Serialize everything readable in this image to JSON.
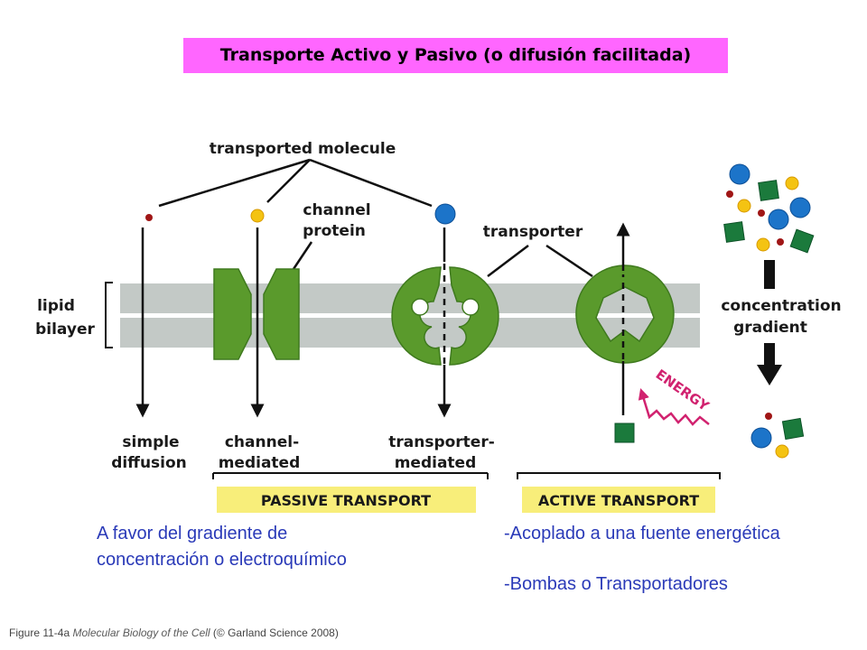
{
  "title": "Transporte Activo y Pasivo (o difusión facilitada)",
  "labels": {
    "transported_molecule": "transported molecule",
    "channel_protein_1": "channel",
    "channel_protein_2": "protein",
    "transporter": "transporter",
    "lipid": "lipid",
    "bilayer": "bilayer",
    "concentration": "concentration",
    "gradient": "gradient",
    "energy": "ENERGY",
    "simple_1": "simple",
    "simple_2": "diffusion",
    "channel_med_1": "channel-",
    "channel_med_2": "mediated",
    "transporter_med_1": "transporter-",
    "transporter_med_2": "mediated",
    "passive": "PASSIVE TRANSPORT",
    "active": "ACTIVE TRANSPORT"
  },
  "notes": {
    "passive_1": "A favor del gradiente de",
    "passive_2": "concentración o electroquímico",
    "active_1": "-Acoplado a una fuente energética",
    "active_2": "-Bombas o Transportadores"
  },
  "caption": {
    "figure": "Figure 11-4a",
    "book": "Molecular Biology of the Cell",
    "credit": "(© Garland Science 2008)"
  },
  "colors": {
    "title_bg": "#ff66ff",
    "membrane": "#c3c9c6",
    "protein_green": "#5a9a2c",
    "label_yellow": "#f8ee7a",
    "energy_magenta": "#d1226f",
    "note_blue": "#2a3ab8"
  }
}
